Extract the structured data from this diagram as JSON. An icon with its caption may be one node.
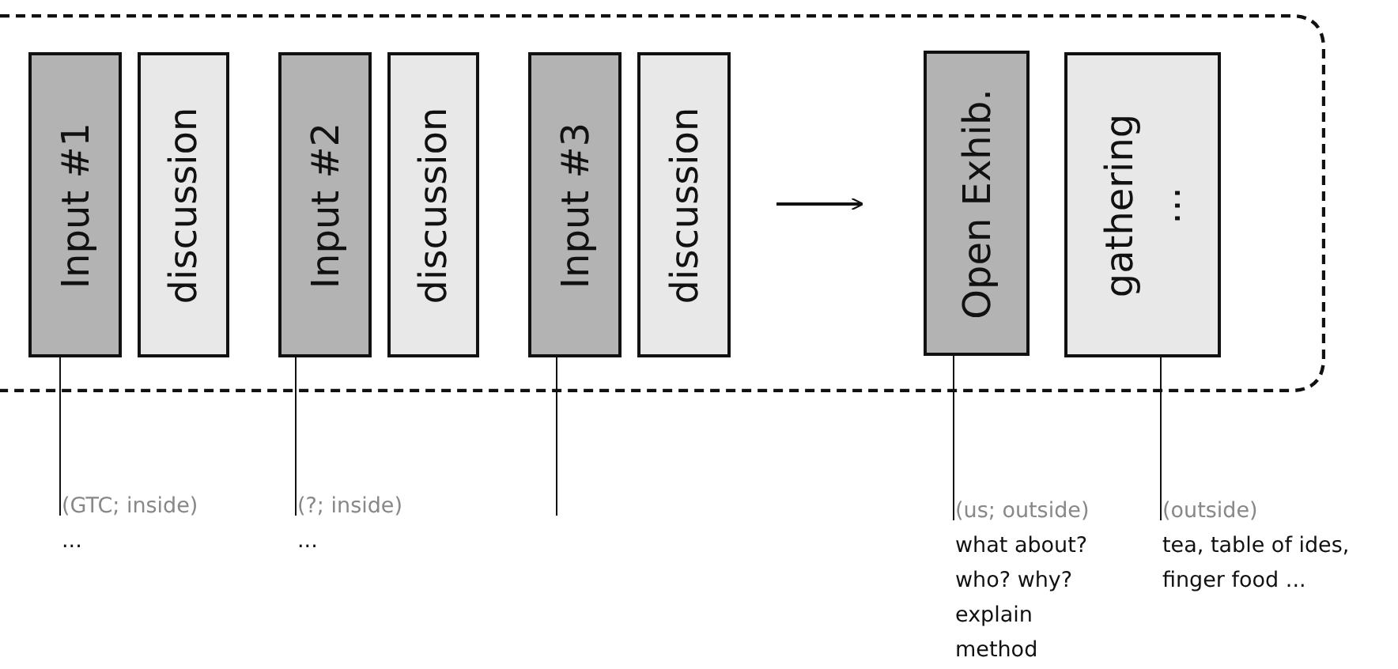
{
  "diagram": {
    "nodes": [
      {
        "text": [],
        "shape": "box"
      },
      {
        "text": [
          "Input #1"
        ],
        "in": 0
      },
      {
        "text": [
          "discussion"
        ],
        "in": 0
      },
      {
        "text": [
          "Input #2"
        ],
        "in": 0
      },
      {
        "text": [
          "discussion"
        ],
        "in": 0
      },
      {
        "text": [
          "Input #3"
        ],
        "in": 0
      },
      {
        "text": [
          "discussion"
        ],
        "in": 0
      },
      {
        "text": [
          "Open Exhib."
        ],
        "in": 0
      },
      {
        "text": [
          "gathering",
          "…"
        ],
        "in": 0
      },
      {
        "text": [
          "(GTC; inside)",
          "..."
        ]
      },
      {
        "text": [
          "(?; inside)",
          "..."
        ]
      },
      {
        "text": [
          "(us; outside)",
          "what about? who? why? explain method"
        ]
      },
      {
        "text": [
          "(outside)",
          "tea, table of ides, finger food ..."
        ]
      }
    ],
    "edges": [
      {
        "from": 6,
        "to": 7,
        "arrow": "to"
      },
      {
        "from": 9,
        "to": 1,
        "arrow": "none"
      },
      {
        "from": 10,
        "to": 3,
        "arrow": "none"
      },
      {
        "from": null,
        "to": 5,
        "arrow": "none"
      },
      {
        "from": 11,
        "to": 7,
        "arrow": "none"
      },
      {
        "from": 12,
        "to": 8,
        "arrow": "none"
      }
    ]
  }
}
